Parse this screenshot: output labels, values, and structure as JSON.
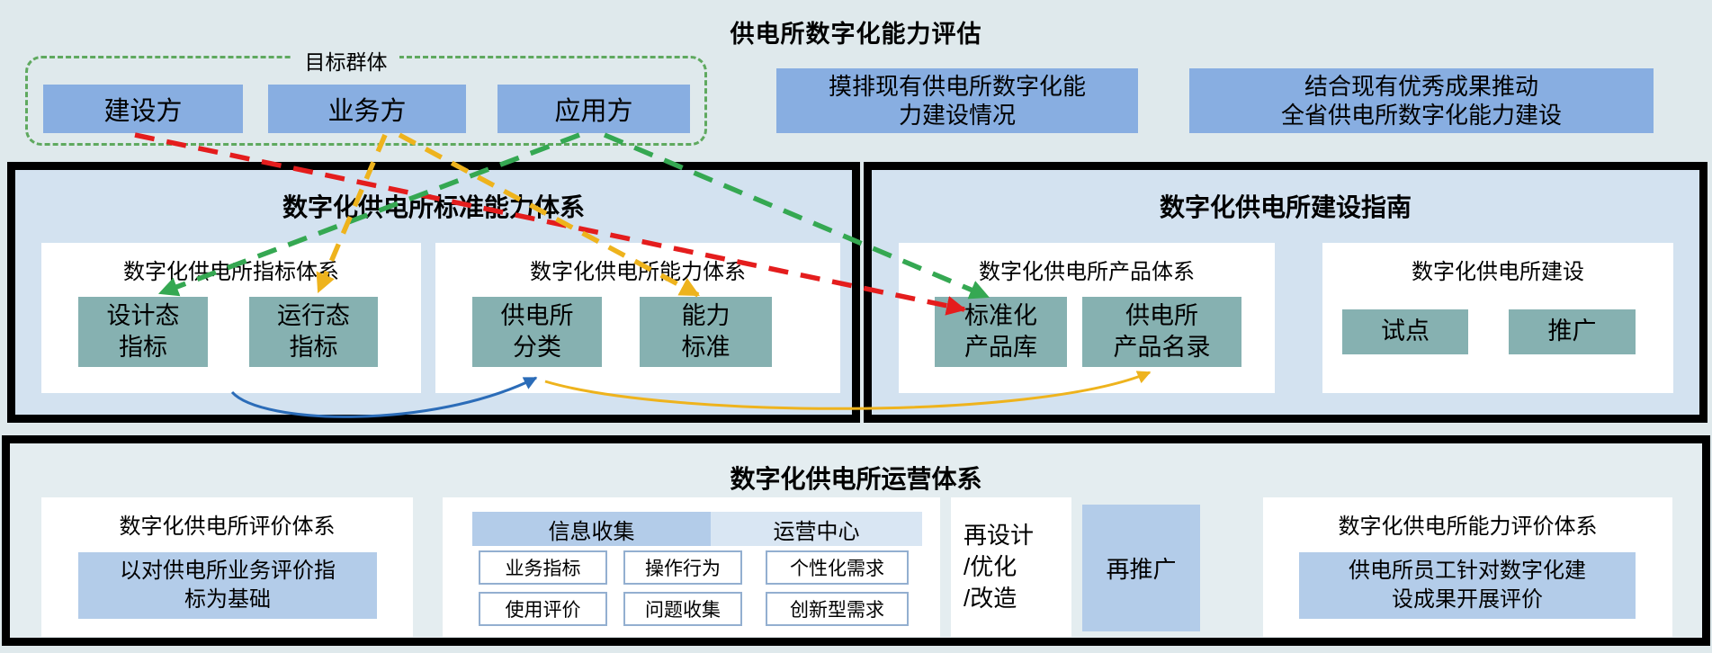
{
  "colors": {
    "bg": "#dfe9ec",
    "accent-blue": "#88aee1",
    "panel-fill": "#d3e2f0",
    "teal": "#86b1b1",
    "note-blue": "#b3cce9",
    "header-strip": "#d9e6f3",
    "cell-border": "#93afd0",
    "green": "#35a852",
    "red": "#e41d1d",
    "yellow": "#eeb31d",
    "curve-blue": "#2b6cb8",
    "dashed-border-green": "#5fa95f"
  },
  "header": {
    "title": "供电所数字化能力评估",
    "target_group": {
      "label": "目标群体",
      "items": [
        "建设方",
        "业务方",
        "应用方"
      ]
    },
    "notes": [
      "摸排现有供电所数字化能\n力建设情况",
      "结合现有优秀成果推动\n全省供电所数字化能力建设"
    ]
  },
  "standard_panel": {
    "title": "数字化供电所标准能力体系",
    "indicator_group": {
      "title": "数字化供电所指标体系",
      "items": [
        "设计态\n指标",
        "运行态\n指标"
      ]
    },
    "capability_group": {
      "title": "数字化供电所能力体系",
      "items": [
        "供电所\n分类",
        "能力\n标准"
      ]
    }
  },
  "guide_panel": {
    "title": "数字化供电所建设指南",
    "product_group": {
      "title": "数字化供电所产品体系",
      "items": [
        "标准化\n产品库",
        "供电所\n产品名录"
      ]
    },
    "construction_group": {
      "title": "数字化供电所建设",
      "items": [
        "试点",
        "推广"
      ]
    }
  },
  "operation_panel": {
    "title": "数字化供电所运营体系",
    "evaluation_group": {
      "title": "数字化供电所评价体系",
      "note": "以对供电所业务评价指\n标为基础"
    },
    "center_group": {
      "collect_label": "信息收集",
      "center_label": "运营中心",
      "cells": [
        "业务指标",
        "操作行为",
        "个性化需求",
        "使用评价",
        "问题收集",
        "创新型需求"
      ]
    },
    "redesign_label": "再设计\n/优化\n/改造",
    "repromote_label": "再推广",
    "capability_eval_group": {
      "title": "数字化供电所能力评价体系",
      "note": "供电所员工针对数字化建\n设成果开展评价"
    }
  },
  "arrows": [
    {
      "name": "builder-to-product-library",
      "color": "#e41d1d",
      "style": "dashed"
    },
    {
      "name": "application-to-design-indicator",
      "color": "#35a852",
      "style": "dashed"
    },
    {
      "name": "application-to-product-library",
      "color": "#35a852",
      "style": "dashed"
    },
    {
      "name": "business-to-operation-indicator",
      "color": "#eeb31d",
      "style": "dashed"
    },
    {
      "name": "business-to-capability-standard",
      "color": "#eeb31d",
      "style": "dashed"
    },
    {
      "name": "indicator-to-classification",
      "color": "#2b6cb8",
      "style": "solid-curve"
    },
    {
      "name": "classification-to-product-catalog",
      "color": "#eeb31d",
      "style": "solid-curve"
    }
  ]
}
